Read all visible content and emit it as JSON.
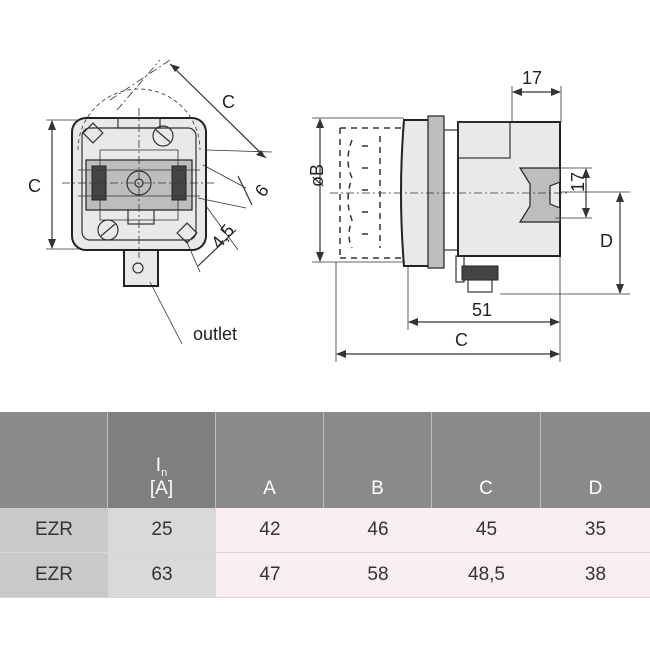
{
  "drawing": {
    "labels": {
      "c_diag": "C",
      "c_left": "C",
      "six": "6",
      "four_five": "4,5",
      "outlet": "outlet",
      "seventeen_top": "17",
      "seventeen_side": "17",
      "dia_b": "øB",
      "d_label": "D",
      "fifty_one": "51",
      "c_bottom": "C"
    }
  },
  "table": {
    "header": {
      "type": "",
      "in_symbol": "I",
      "in_subscript": "n",
      "in_unit": "[A]",
      "col_a": "A",
      "col_b": "B",
      "col_c": "C",
      "col_d": "D"
    },
    "rows": [
      {
        "type": "EZR",
        "in": "25",
        "a": "42",
        "b": "46",
        "c": "45",
        "d": "35"
      },
      {
        "type": "EZR",
        "in": "63",
        "a": "47",
        "b": "58",
        "c": "48,5",
        "d": "38"
      }
    ]
  }
}
